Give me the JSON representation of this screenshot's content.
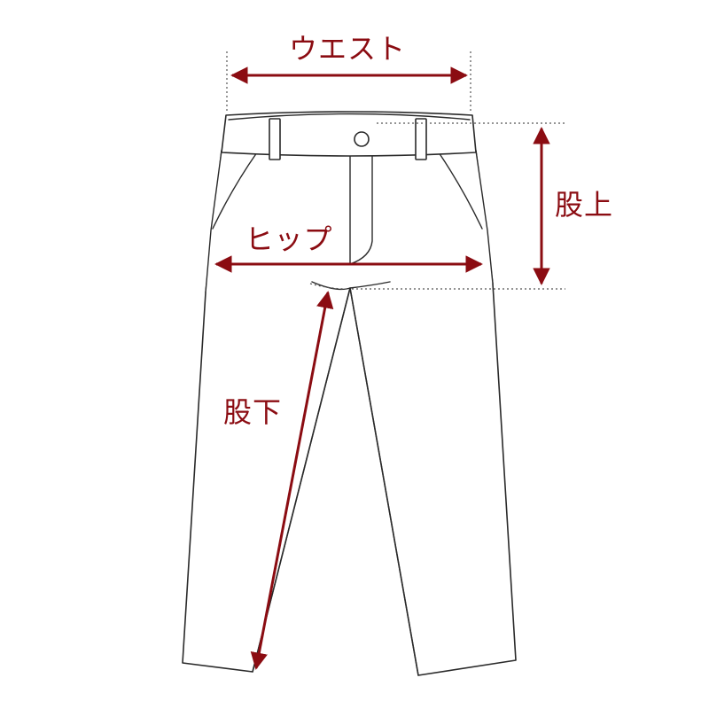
{
  "labels": {
    "waist": "ウエスト",
    "hip": "ヒップ",
    "rise": "股上",
    "inseam": "股下"
  },
  "colors": {
    "accent": "#8b0c12",
    "outline": "#2a2a2a",
    "guide": "#555555"
  }
}
